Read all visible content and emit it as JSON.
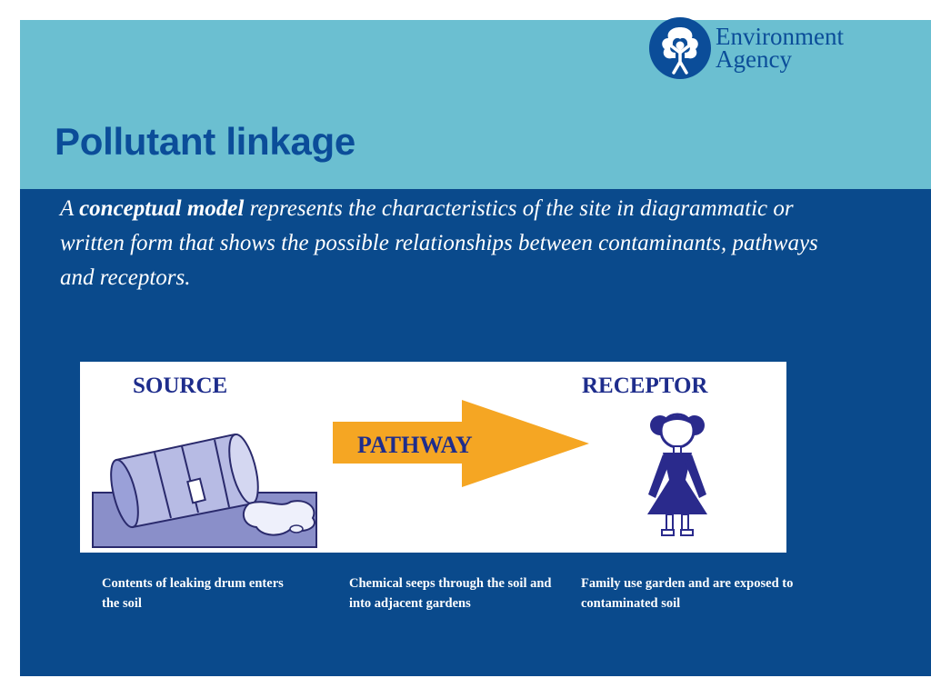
{
  "slide": {
    "title": "Pollutant linkage",
    "logo": {
      "icon": "tree-figure-icon",
      "line1": "Environment",
      "line2": "Agency"
    },
    "intro": {
      "prefix": "A ",
      "emphasis": "conceptual model",
      "suffix": " represents the characteristics of the site in diagrammatic or written form that shows the possible relationships between contaminants, pathways and receptors."
    },
    "diagram": {
      "source_label": "SOURCE",
      "pathway_label": "PATHWAY",
      "receptor_label": "RECEPTOR",
      "source_icon": "leaking-drum-icon",
      "pathway_icon": "arrow-right-icon",
      "receptor_icon": "girl-figure-icon"
    },
    "captions": [
      "Contents of leaking drum enters the soil",
      "Chemical seeps through the soil and into adjacent gardens",
      "Family use garden and are exposed to contaminated soil"
    ],
    "colors": {
      "header": "#6bbfd1",
      "body": "#0a4a8c",
      "title": "#0b4d99",
      "diagram_label": "#1e2d8c",
      "arrow": "#f5a623",
      "figure": "#2a2a8c"
    }
  }
}
